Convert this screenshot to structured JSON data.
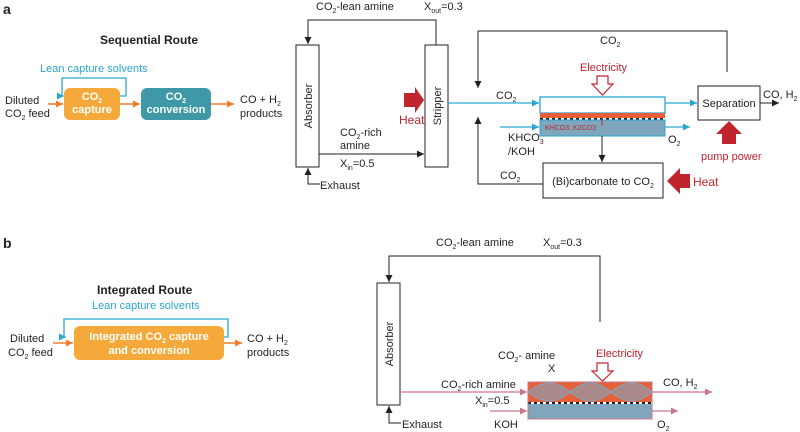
{
  "panel_a": {
    "letter": "a",
    "route_title": "Sequential Route",
    "lean_solvents": "Lean capture solvents",
    "feed_line1": "Diluted",
    "feed_line2_sub": "2",
    "feed_line2_pre": "CO",
    "feed_line2_post": " feed",
    "capture_pre": "CO",
    "capture_sub": "2",
    "capture_word": "capture",
    "conversion_pre": "CO",
    "conversion_sub": "2",
    "conversion_word": "conversion",
    "products_pre": "CO + H",
    "products_sub": "2",
    "products_line2": "products",
    "lean_amine_pre": "CO",
    "lean_amine_sub": "2",
    "lean_amine_post": "-lean amine",
    "xout_pre": "X",
    "xout_sub": "out",
    "xout_post": "=0.3",
    "absorber": "Absorber",
    "stripper": "Stripper",
    "rich_amine_pre": "CO",
    "rich_amine_sub": "2",
    "rich_amine_post": "-rich",
    "rich_amine_line2": "amine",
    "xin_pre": "X",
    "xin_sub": "in",
    "xin_post": "=0.5",
    "exhaust": "Exhaust",
    "heat1": "Heat",
    "co2_top_pre": "CO",
    "co2_top_sub": "2",
    "co2_in_pre": "CO",
    "co2_in_sub": "2",
    "electricity": "Electricity",
    "khco3_pre": "KHCO",
    "khco3_sub": "3",
    "koh": "/KOH",
    "electrolyte_label": "KHCO3, K2CO3",
    "o2_pre": "O",
    "o2_sub": "2",
    "separation": "Separation",
    "co_h2": "CO, H",
    "co_h2_sub": "2",
    "pump_power": "pump power",
    "co2_bottom_pre": "CO",
    "co2_bottom_sub": "2",
    "bicarb_pre": "(Bi)carbonate to CO",
    "bicarb_sub": "2",
    "heat2": "Heat"
  },
  "panel_b": {
    "letter": "b",
    "route_title": "Integrated Route",
    "lean_solvents": "Lean capture solvents",
    "feed_line1": "Diluted",
    "feed_line2_pre": "CO",
    "feed_line2_sub": "2",
    "feed_line2_post": " feed",
    "integrated_line1_pre": "Integrated CO",
    "integrated_line1_sub": "2",
    "integrated_line1_post": " capture",
    "integrated_line2": "and conversion",
    "products_pre": "CO + H",
    "products_sub": "2",
    "products_line2": "products",
    "lean_amine_pre": "CO",
    "lean_amine_sub": "2",
    "lean_amine_post": "-lean amine",
    "xout_pre": "X",
    "xout_sub": "out",
    "xout_post": "=0.3",
    "absorber": "Absorber",
    "amine_pre": "CO",
    "amine_sub": "2",
    "amine_post": "- amine",
    "x_label": "X",
    "electricity": "Electricity",
    "rich_amine_pre": "CO",
    "rich_amine_sub": "2",
    "rich_amine_post": "-rich amine",
    "xin_pre": "X",
    "xin_sub": "in",
    "xin_post": "=0.5",
    "co_h2": "CO, H",
    "co_h2_sub": "2",
    "koh": "KOH",
    "o2_pre": "O",
    "o2_sub": "2",
    "exhaust": "Exhaust"
  },
  "colors": {
    "orange": "#f6a93b",
    "teal": "#3f98a6",
    "blue_arrow": "#2aa6cf",
    "red": "#c0242c",
    "feed_arrow": "#ef7d2d",
    "membrane_orange": "#e8603a",
    "electrolyte_blue": "#7fa6bd",
    "pink_arrow": "#c9788a"
  }
}
